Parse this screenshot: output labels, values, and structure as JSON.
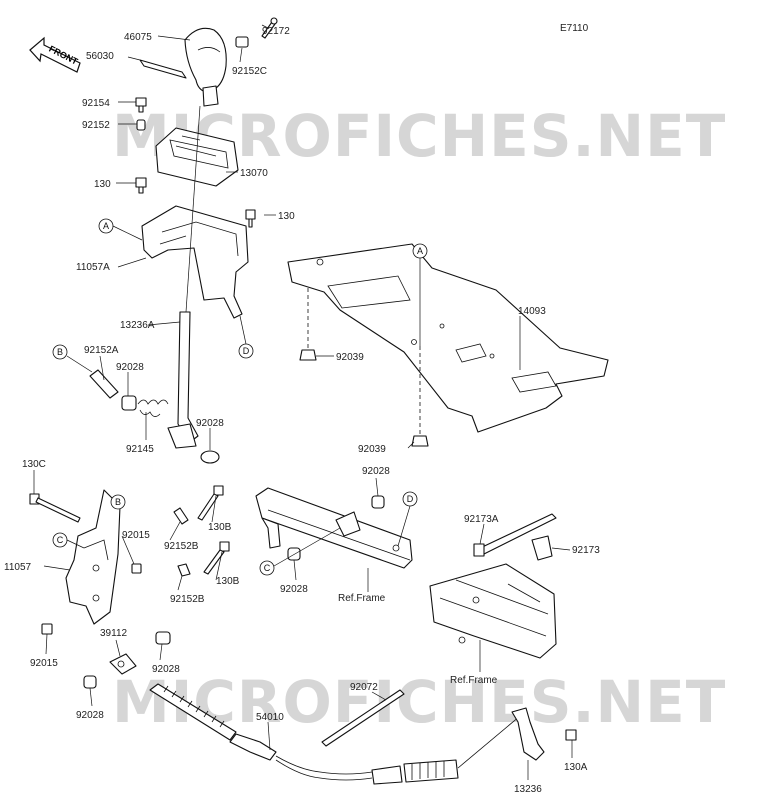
{
  "diagram_code": "E7110",
  "front_label": "FRONT",
  "watermarks": [
    "MICROFICHES.NET",
    "MICROFICHES.NET"
  ],
  "refs": {
    "A": "A",
    "B": "B",
    "C": "C",
    "D": "D"
  },
  "frame_label": "Ref.Frame",
  "parts": {
    "p46075": "46075",
    "p92172": "92172",
    "p56030": "56030",
    "p92152C": "92152C",
    "p92154": "92154",
    "p92152": "92152",
    "p13070": "13070",
    "p130_a": "130",
    "p130_b": "130",
    "p11057A": "11057A",
    "p13236A": "13236A",
    "p92152A": "92152A",
    "p92028_a": "92028",
    "p92028_b": "92028",
    "p92145": "92145",
    "p14093": "14093",
    "p92039_a": "92039",
    "p92039_b": "92039",
    "p130C": "130C",
    "p92015_a": "92015",
    "p92152B_a": "92152B",
    "p130B_a": "130B",
    "p130B_b": "130B",
    "p92152B_b": "92152B",
    "p11057": "11057",
    "p92015_b": "92015",
    "p39112": "39112",
    "p92028_c": "92028",
    "p92028_d": "92028",
    "p92028_e": "92028",
    "p92028_f": "92028",
    "p92173A": "92173A",
    "p92173": "92173",
    "p92072": "92072",
    "p54010": "54010",
    "p13236": "13236",
    "p130A": "130A"
  }
}
